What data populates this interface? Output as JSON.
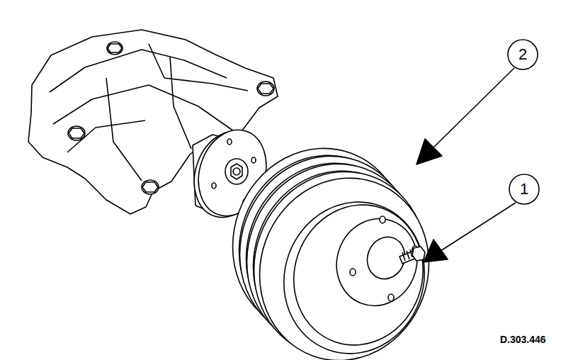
{
  "diagram": {
    "nodes": [
      {
        "text": [
          "2"
        ]
      },
      {
        "text": [
          "1"
        ]
      }
    ],
    "labels": [
      "D.303.446"
    ]
  }
}
